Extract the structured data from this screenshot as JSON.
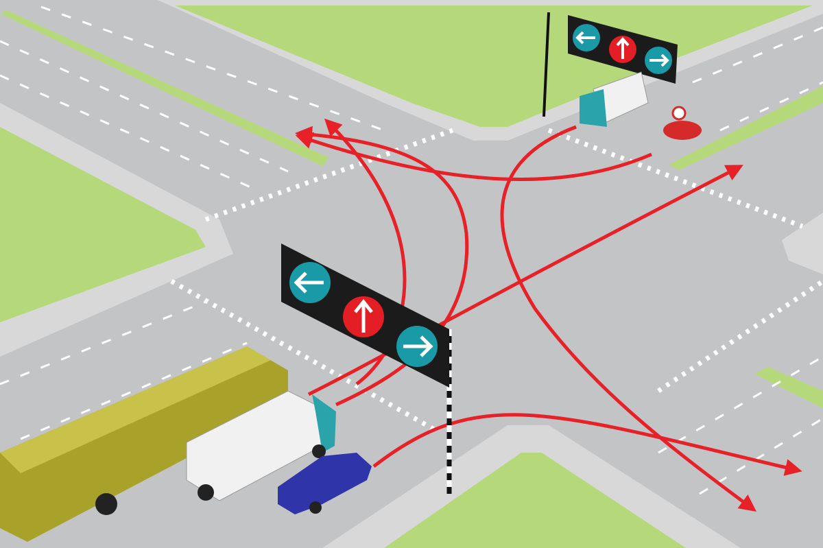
{
  "scene": {
    "type": "intersection-illustration",
    "colors": {
      "road": "#bfc0c1",
      "sidewalk": "#d9d9da",
      "grass": "#b5d97a",
      "lane_marking": "#ffffff",
      "route_arrow": "#e62128",
      "sign_board": "#1b1b1b",
      "sign_blue": "#1a9aa6",
      "sign_red": "#e31e24"
    },
    "signs": [
      {
        "name": "near-signal-gantry",
        "arrows": [
          "left",
          "up",
          "right"
        ]
      },
      {
        "name": "far-signal-gantry",
        "arrows": [
          "left",
          "up",
          "right"
        ]
      }
    ],
    "vehicles": [
      "bus",
      "truck",
      "car",
      "far-truck",
      "motorcycle"
    ]
  }
}
